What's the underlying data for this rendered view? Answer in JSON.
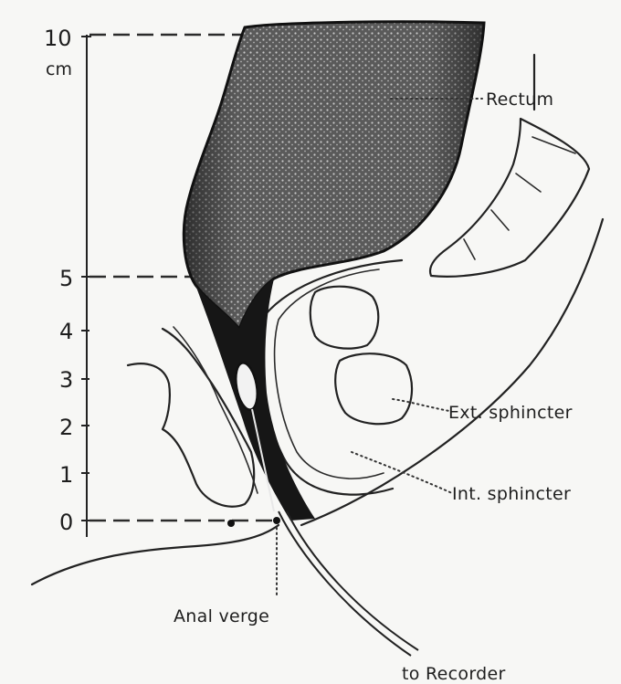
{
  "scale": {
    "unit": "cm",
    "ticks": [
      "10",
      "5",
      "4",
      "3",
      "2",
      "1",
      "0"
    ]
  },
  "labels": {
    "rectum": "Rectum",
    "ext_sphincter": "Ext. sphincter",
    "int_sphincter": "Int. sphincter",
    "anal_verge": "Anal verge",
    "recorder": "to Recorder"
  }
}
